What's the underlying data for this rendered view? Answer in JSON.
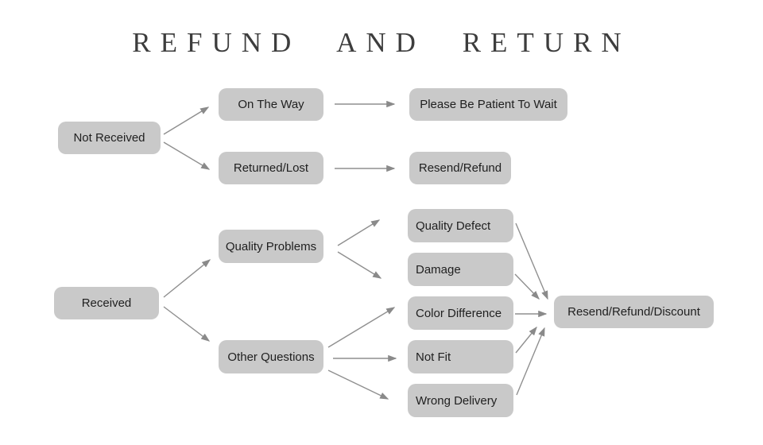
{
  "title": "REFUND AND RETURN",
  "colors": {
    "background": "#ffffff",
    "box_fill": "#c9c9c9",
    "box_text": "#1f1f1f",
    "arrow": "#8f8f8f",
    "title_text": "#3d3d3d"
  },
  "nodes": {
    "not_received": {
      "label": "Not Received"
    },
    "on_the_way": {
      "label": "On The Way"
    },
    "please_wait": {
      "label": "Please Be Patient To Wait"
    },
    "returned_lost": {
      "label": "Returned/Lost"
    },
    "resend_refund": {
      "label": "Resend/Refund"
    },
    "received": {
      "label": "Received"
    },
    "quality_problems": {
      "label": "Quality Problems"
    },
    "other_questions": {
      "label": "Other Questions"
    },
    "quality_defect": {
      "label": "Quality Defect"
    },
    "damage": {
      "label": "Damage"
    },
    "color_difference": {
      "label": "Color Difference"
    },
    "not_fit": {
      "label": "Not Fit"
    },
    "wrong_delivery": {
      "label": "Wrong Delivery"
    },
    "resend_refund_discount": {
      "label": "Resend/Refund/Discount"
    }
  },
  "edges": [
    {
      "from": "Not Received",
      "to": "On The Way"
    },
    {
      "from": "Not Received",
      "to": "Returned/Lost"
    },
    {
      "from": "On The Way",
      "to": "Please Be Patient To Wait"
    },
    {
      "from": "Returned/Lost",
      "to": "Resend/Refund"
    },
    {
      "from": "Received",
      "to": "Quality Problems"
    },
    {
      "from": "Received",
      "to": "Other Questions"
    },
    {
      "from": "Quality Problems",
      "to": "Quality Defect"
    },
    {
      "from": "Quality Problems",
      "to": "Damage"
    },
    {
      "from": "Other Questions",
      "to": "Color Difference"
    },
    {
      "from": "Other Questions",
      "to": "Not Fit"
    },
    {
      "from": "Other Questions",
      "to": "Wrong Delivery"
    },
    {
      "from": "Quality Defect",
      "to": "Resend/Refund/Discount"
    },
    {
      "from": "Damage",
      "to": "Resend/Refund/Discount"
    },
    {
      "from": "Color Difference",
      "to": "Resend/Refund/Discount"
    },
    {
      "from": "Not Fit",
      "to": "Resend/Refund/Discount"
    },
    {
      "from": "Wrong Delivery",
      "to": "Resend/Refund/Discount"
    }
  ]
}
